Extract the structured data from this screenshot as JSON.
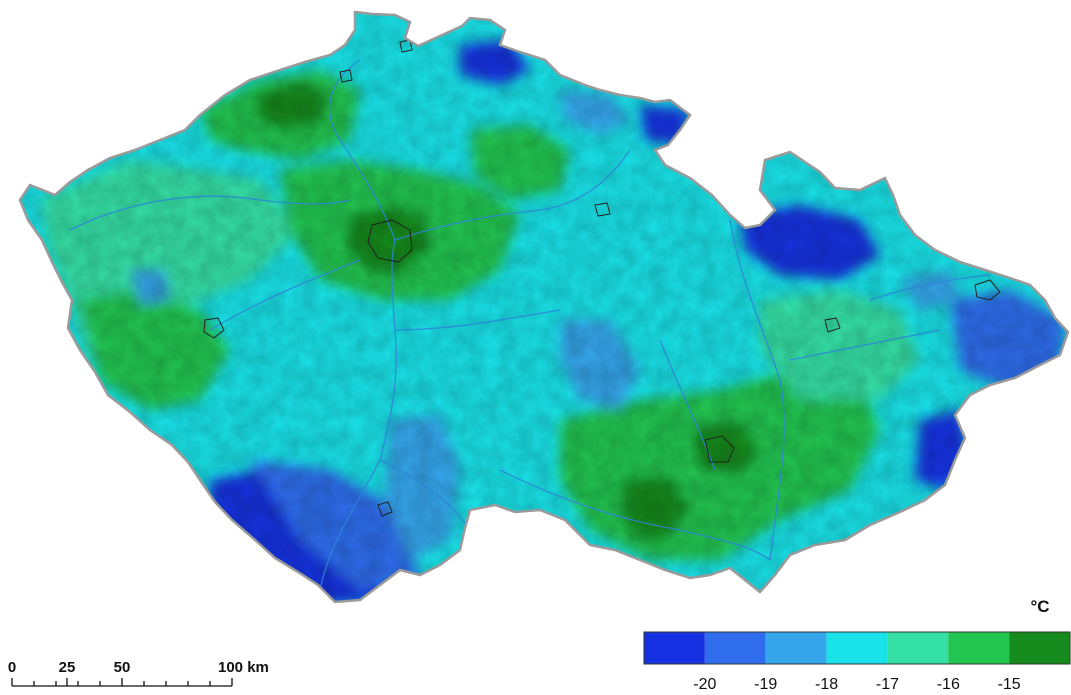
{
  "legend": {
    "unit": "°C",
    "classes": [
      {
        "color": "#1430e0"
      },
      {
        "color": "#2f6ded"
      },
      {
        "color": "#36a6ec"
      },
      {
        "color": "#19e3e9"
      },
      {
        "color": "#34e0a6"
      },
      {
        "color": "#22c651"
      },
      {
        "color": "#158a1d"
      }
    ],
    "labels": [
      "-20",
      "-19",
      "-18",
      "-17",
      "-16",
      "-15"
    ]
  },
  "scale_bar": {
    "labels": [
      "0",
      "25",
      "50",
      "100 km"
    ]
  },
  "colors": {
    "border": "#9a9a9a",
    "river": "#2c86d6",
    "city": "#202020"
  }
}
